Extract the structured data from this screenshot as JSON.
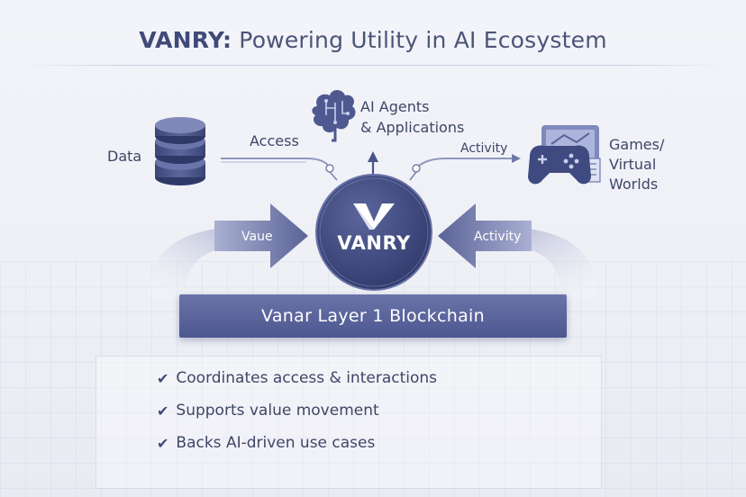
{
  "title": {
    "bold": "VANRY:",
    "rest": " Powering Utility in AI Ecosystem"
  },
  "nodes": {
    "data": "Data",
    "ai_line1": "AI Agents",
    "ai_line2": "& Applications",
    "games_line1": "Games/",
    "games_line2": "Virtual",
    "games_line3": "Worlds",
    "hub": "VANRY"
  },
  "edges": {
    "access": "Access",
    "activity_top": "Activity",
    "value": "Vaue",
    "activity_side": "Activity"
  },
  "chain_label": "Vanar Layer 1 Blockchain",
  "bullets": [
    "Coordinates access & interactions",
    "Supports value movement",
    "Backs AI-driven use cases"
  ],
  "colors": {
    "primary": "#4d5790",
    "hub": "#2f3a6e",
    "text": "#3e4668"
  },
  "icons": [
    "database-icon",
    "ai-brain-icon",
    "game-controller-icon",
    "vanry-logo-icon",
    "check-icon"
  ]
}
